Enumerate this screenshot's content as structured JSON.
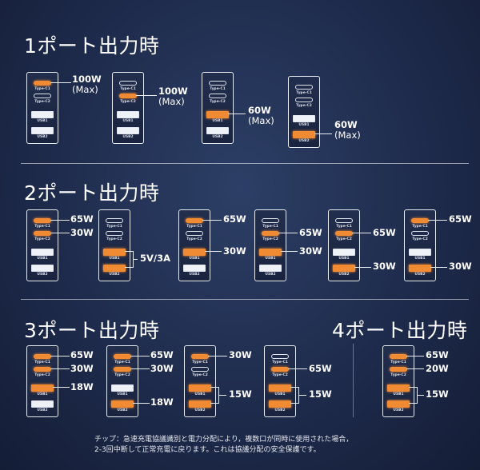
{
  "sections": {
    "one": "1ポート出力時",
    "two": "2ポート出力時",
    "three": "3ポート出力時",
    "four": "4ポート出力時"
  },
  "port_labels": {
    "c1": "Type-C1",
    "c2": "Type-C2",
    "usb1": "USB1",
    "usb2": "USB2"
  },
  "watts": {
    "w100": "100W",
    "w65": "65W",
    "w60": "60W",
    "w30": "30W",
    "w20": "20W",
    "w18": "18W",
    "w15": "15W",
    "w5v3a": "5V/3A",
    "max": "(Max)"
  },
  "note": {
    "line1": "チップ：急速充電協議識別と電力分配により，複数口が同時に使用された場合，",
    "line2": "2-3回中断して正常充電に戻ります。これは協議分配の安全保護です。"
  },
  "colors": {
    "active": "#f08a33",
    "background": "#1e2b4c",
    "outline": "#e8ecf3"
  }
}
